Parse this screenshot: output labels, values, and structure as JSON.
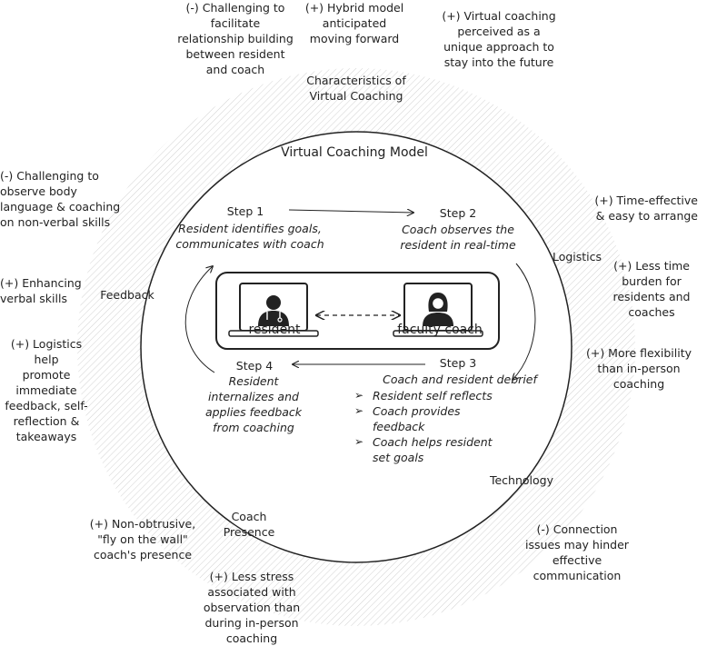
{
  "outer": {
    "top_left": [
      "(-) Challenging to",
      "facilitate",
      "relationship building",
      "between resident",
      "and coach"
    ],
    "top_middle": [
      "(+) Hybrid model",
      "anticipated",
      "moving forward"
    ],
    "top_right": [
      "(+) Virtual coaching",
      "perceived as a",
      "unique approach to",
      "stay into the future"
    ],
    "left_1": [
      "(-) Challenging to",
      "observe body",
      "language & coaching",
      "on non-verbal skills"
    ],
    "left_2": [
      "(+) Enhancing",
      "verbal skills"
    ],
    "left_3": [
      "(+) Logistics help",
      "promote",
      "immediate",
      "feedback, self-",
      "reflection &",
      "takeaways"
    ],
    "right_1": [
      "(+) Time-effective",
      "& easy to arrange"
    ],
    "right_2": [
      "(+) Less time",
      "burden for",
      "residents and",
      "coaches"
    ],
    "right_3": [
      "(+) More flexibility",
      "than in-person",
      "coaching"
    ],
    "bottom_left": [
      "(+) Non-obtrusive,",
      "\"fly on the wall\"",
      "coach's presence"
    ],
    "bottom_middle": [
      "(+) Less stress",
      "associated with",
      "observation than",
      "during in-person",
      "coaching"
    ],
    "bottom_right": [
      "(-) Connection",
      "issues may hinder",
      "effective",
      "communication"
    ]
  },
  "ring_labels": {
    "characteristics": [
      "Characteristics of",
      "Virtual Coaching"
    ],
    "logistics": "Logistics",
    "feedback": "Feedback",
    "technology": "Technology",
    "coach_presence": [
      "Coach",
      "Presence"
    ]
  },
  "model": {
    "title": "Virtual Coaching Model",
    "step1": {
      "title": "Step 1",
      "desc": [
        "Resident identifies goals,",
        "communicates with coach"
      ]
    },
    "step2": {
      "title": "Step 2",
      "desc": [
        "Coach observes the",
        "resident in real-time"
      ]
    },
    "step3": {
      "title": "Step 3",
      "desc": "Coach and resident debrief",
      "bullets": [
        [
          "Resident self reflects"
        ],
        [
          "Coach provides",
          "feedback"
        ],
        [
          "Coach helps resident",
          "set goals"
        ]
      ]
    },
    "step4": {
      "title": "Step 4",
      "desc": [
        "Resident",
        "internalizes and",
        "applies feedback",
        "from coaching"
      ]
    },
    "resident_label": "resident",
    "coach_label": "faculty coach"
  },
  "colors": {
    "stroke": "#222222",
    "hatch": "#d6d6d6",
    "background": "#ffffff"
  }
}
